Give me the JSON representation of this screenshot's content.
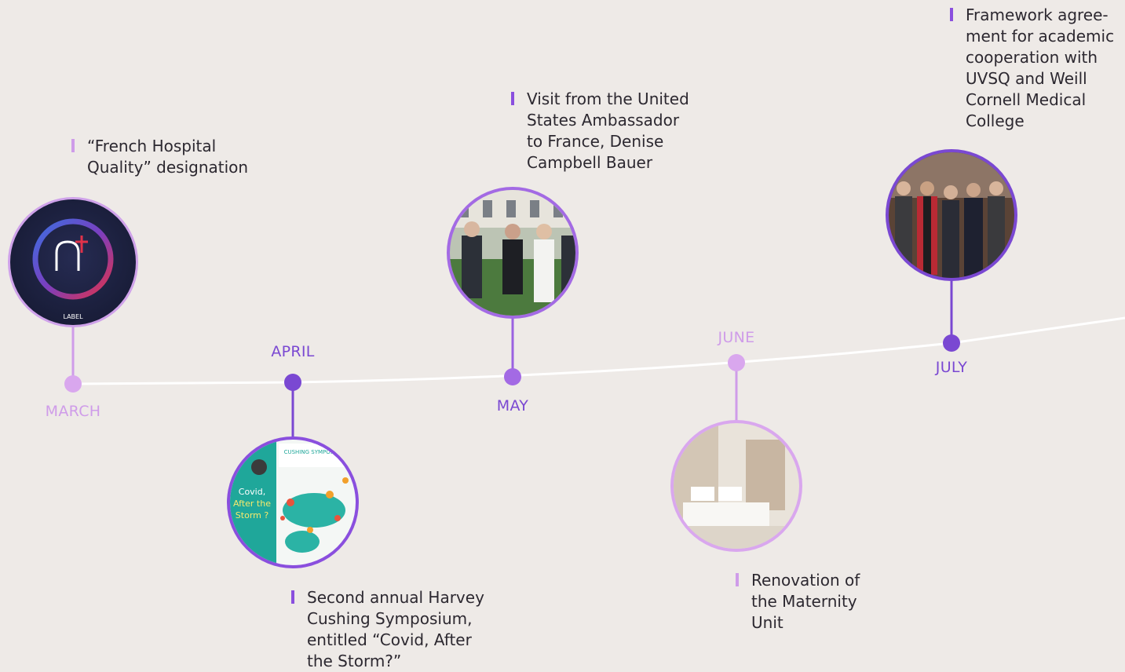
{
  "timeline": {
    "accent_light": "#cf9ce9",
    "accent_dark": "#7a48d2",
    "events": [
      {
        "id": "march",
        "month": "MARCH",
        "caption_lines": [
          "“French Hospital",
          "Quality” designation"
        ],
        "image": "label-badge-icon",
        "badge_text": "LABEL"
      },
      {
        "id": "april",
        "month": "APRIL",
        "caption_lines": [
          "Second annual Harvey",
          "Cushing Symposium,",
          "entitled “Covid, After",
          "the Storm?”"
        ],
        "image": "symposium-poster-icon",
        "poster_lines": [
          "Covid,",
          "After the",
          "Storm ?"
        ],
        "poster_header": "CUSHING SYMPOSIUM"
      },
      {
        "id": "may",
        "month": "MAY",
        "caption_lines": [
          "Visit from the United",
          "States Ambassador",
          "to France, Denise",
          "Campbell Bauer"
        ],
        "image": "ambassador-photo-icon"
      },
      {
        "id": "june",
        "month": "JUNE",
        "caption_lines": [
          "Renovation of",
          "the Maternity",
          "Unit"
        ],
        "image": "maternity-room-photo-icon"
      },
      {
        "id": "july",
        "month": "JULY",
        "caption_lines": [
          "Framework agree-",
          "ment for academic",
          "cooperation with",
          "UVSQ and Weill",
          "Cornell Medical",
          "College"
        ],
        "image": "agreement-photo-icon"
      }
    ]
  }
}
